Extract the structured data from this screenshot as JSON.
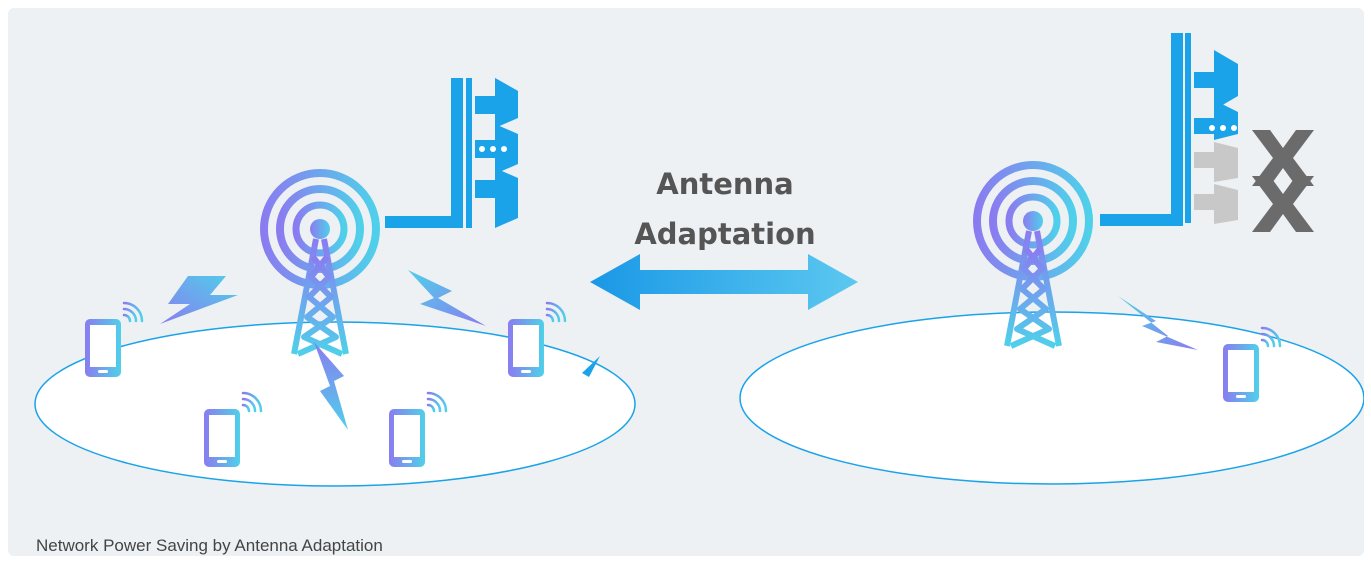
{
  "center_label_line1": "Antenna",
  "center_label_line2": "Adaptation",
  "caption": "Network Power Saving by Antenna Adaptation",
  "colors": {
    "panel_bg": "#edf1f4",
    "accent_blue": "#1aa3e8",
    "accent_purple": "#8a7cf0",
    "accent_cyan": "#4fd0ea",
    "disabled_gray": "#c8c8c8",
    "cross_gray": "#6b6b6b",
    "text": "#555555"
  },
  "icons": [
    "cell-tower-icon",
    "antenna-array-icon",
    "smartphone-icon",
    "lightning-signal-icon",
    "double-arrow-icon",
    "disabled-cross-icon"
  ]
}
